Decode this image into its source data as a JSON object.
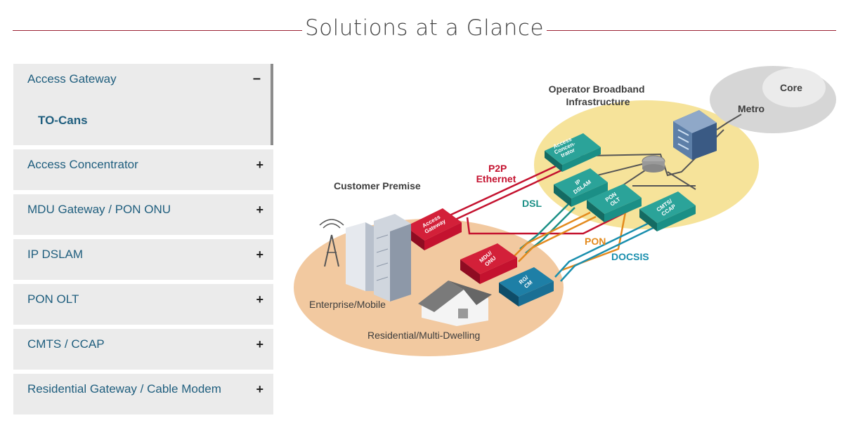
{
  "header": {
    "title": "Solutions at a Glance"
  },
  "accordion": {
    "items": [
      {
        "label": "Access Gateway",
        "toggle": "–",
        "sub": "TO-Cans"
      },
      {
        "label": "Access Concentrator",
        "toggle": "+"
      },
      {
        "label": "MDU Gateway / PON ONU",
        "toggle": "+"
      },
      {
        "label": "IP DSLAM",
        "toggle": "+"
      },
      {
        "label": "PON OLT",
        "toggle": "+"
      },
      {
        "label": "CMTS / CCAP",
        "toggle": "+"
      },
      {
        "label": "Residential Gateway / Cable Modem",
        "toggle": "+"
      }
    ]
  },
  "diagram": {
    "zones": {
      "operator": [
        "Operator Broadband",
        "Infrastructure"
      ],
      "customer": "Customer Premise",
      "metro": "Metro",
      "core": "Core",
      "enterprise": "Enterprise/Mobile",
      "residential": "Residential/Multi-Dwelling"
    },
    "links": {
      "p2p": [
        "P2P",
        "Ethernet"
      ],
      "dsl": "DSL",
      "pon": "PON",
      "docsis": "DOCSIS"
    },
    "devices": {
      "access_gateway": [
        "Access",
        "Gateway"
      ],
      "mdu_onu": [
        "MDU/",
        "ONU"
      ],
      "rg_cm": [
        "RG/",
        "CM"
      ],
      "access_concentrator": [
        "Access",
        "Concen-",
        "trator"
      ],
      "ip_dslam": [
        "IP",
        "DSLAM"
      ],
      "pon_olt": [
        "PON",
        "OLT"
      ],
      "cmts_ccap": [
        "CMTS/",
        "CCAP"
      ]
    },
    "colors": {
      "red": "#c4122f",
      "teal": "#1b8f86",
      "orange": "#e38a1d",
      "blue": "#1a8fae",
      "dark": "#555555",
      "customer_zone": "#f2c9a0",
      "operator_zone": "#f6e39a",
      "metro_zone": "#d6d6d6"
    }
  }
}
